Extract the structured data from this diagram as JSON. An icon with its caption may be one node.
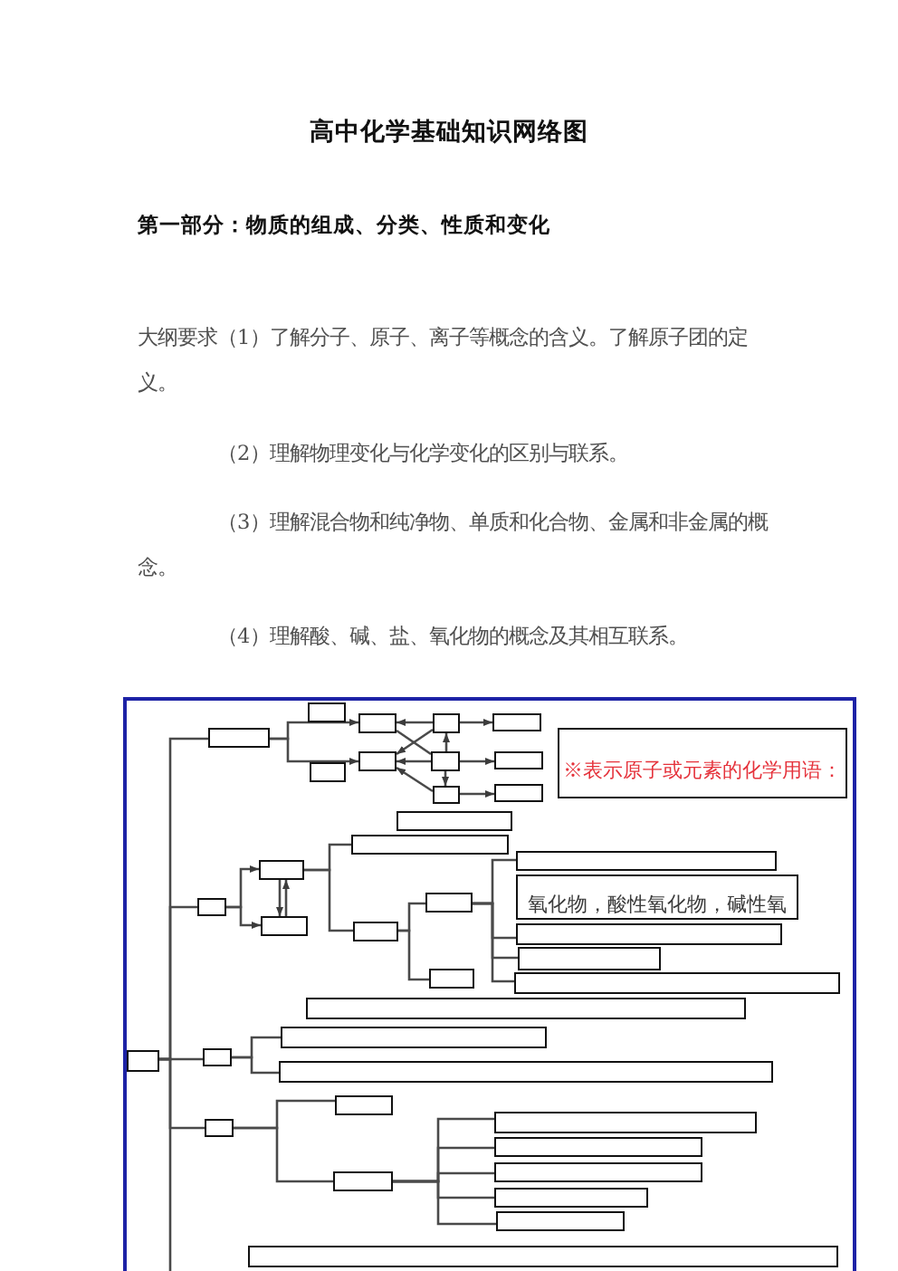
{
  "diagram": {
    "title": "高中化学基础知识网络图",
    "nodes": [
      {
        "text": [],
        "shape": "box"
      },
      {
        "text": [],
        "shape": "box"
      },
      {
        "text": [],
        "shape": "box"
      },
      {
        "text": [],
        "shape": "box"
      },
      {
        "text": [],
        "shape": "box"
      },
      {
        "text": [
          "※表示原子或元素的化学用语："
        ]
      },
      {
        "text": [],
        "shape": "box"
      },
      {
        "text": [],
        "shape": "box"
      },
      {
        "text": [],
        "shape": "box"
      },
      {
        "text": [],
        "shape": "box"
      },
      {
        "text": [],
        "shape": "box"
      },
      {
        "text": [],
        "shape": "box"
      },
      {
        "text": [],
        "shape": "box"
      },
      {
        "text": [],
        "shape": "box"
      },
      {
        "text": [],
        "shape": "box"
      },
      {
        "text": [],
        "shape": "box"
      },
      {
        "text": [
          "氧化物，酸性氧化物，碱性氧"
        ]
      },
      {
        "text": [],
        "shape": "box"
      },
      {
        "text": [],
        "shape": "box"
      },
      {
        "text": [],
        "shape": "box"
      },
      {
        "text": [],
        "shape": "box"
      },
      {
        "text": [],
        "shape": "box"
      },
      {
        "text": [],
        "shape": "box"
      },
      {
        "text": [],
        "shape": "box"
      },
      {
        "text": [],
        "shape": "box"
      },
      {
        "text": [],
        "shape": "box"
      },
      {
        "text": [],
        "shape": "box"
      },
      {
        "text": [],
        "shape": "box"
      },
      {
        "text": [],
        "shape": "box"
      },
      {
        "text": [],
        "shape": "box"
      },
      {
        "text": [],
        "shape": "box"
      },
      {
        "text": [],
        "shape": "box"
      },
      {
        "text": [],
        "shape": "box"
      },
      {
        "text": [],
        "shape": "box"
      },
      {
        "text": [],
        "shape": "box"
      },
      {
        "text": [],
        "shape": "box"
      },
      {
        "text": [],
        "shape": "box"
      },
      {
        "text": [],
        "shape": "box"
      },
      {
        "text": [],
        "shape": "box"
      }
    ],
    "edges": [
      {
        "from": 28,
        "to": 4,
        "arrow": "none"
      },
      {
        "from": 28,
        "to": 18,
        "arrow": "none"
      },
      {
        "from": 28,
        "to": 27,
        "arrow": "none"
      },
      {
        "from": 28,
        "to": 32,
        "arrow": "none"
      },
      {
        "from": 28,
        "to": null,
        "arrow": "none"
      },
      {
        "from": 4,
        "to": 1,
        "arrow": "to"
      },
      {
        "from": 4,
        "to": 6,
        "arrow": "to"
      },
      {
        "from": 2,
        "to": 1,
        "arrow": "to"
      },
      {
        "from": 7,
        "to": 6,
        "arrow": "to"
      },
      {
        "from": 2,
        "to": 6,
        "arrow": "to"
      },
      {
        "from": 1,
        "to": 7,
        "arrow": "none"
      },
      {
        "from": 10,
        "to": 6,
        "arrow": "to"
      },
      {
        "from": 7,
        "to": 2,
        "arrow": "to"
      },
      {
        "from": 7,
        "to": 10,
        "arrow": "to"
      },
      {
        "from": 2,
        "to": 3,
        "arrow": "to"
      },
      {
        "from": 7,
        "to": 8,
        "arrow": "to"
      },
      {
        "from": 10,
        "to": 11,
        "arrow": "to"
      },
      {
        "from": 18,
        "to": 15,
        "arrow": "to"
      },
      {
        "from": 18,
        "to": 19,
        "arrow": "to"
      },
      {
        "from": 15,
        "to": 19,
        "arrow": "to"
      },
      {
        "from": 19,
        "to": 15,
        "arrow": "to"
      },
      {
        "from": 15,
        "to": 13,
        "arrow": "none"
      },
      {
        "from": 15,
        "to": 20,
        "arrow": "none"
      },
      {
        "from": 20,
        "to": 17,
        "arrow": "none"
      },
      {
        "from": 20,
        "to": 23,
        "arrow": "none"
      },
      {
        "from": 17,
        "to": 14,
        "arrow": "none"
      },
      {
        "from": 17,
        "to": 21,
        "arrow": "none"
      },
      {
        "from": 17,
        "to": 22,
        "arrow": "none"
      },
      {
        "from": 17,
        "to": 24,
        "arrow": "none"
      },
      {
        "from": 27,
        "to": 26,
        "arrow": "none"
      },
      {
        "from": 27,
        "to": 29,
        "arrow": "none"
      },
      {
        "from": 32,
        "to": 30,
        "arrow": "none"
      },
      {
        "from": 32,
        "to": 35,
        "arrow": "none"
      },
      {
        "from": 35,
        "to": 31,
        "arrow": "none"
      },
      {
        "from": 35,
        "to": 33,
        "arrow": "none"
      },
      {
        "from": 35,
        "to": 34,
        "arrow": "none"
      },
      {
        "from": 35,
        "to": 36,
        "arrow": "none"
      },
      {
        "from": 35,
        "to": 37,
        "arrow": "none"
      }
    ],
    "labels": [
      "第一部分：物质的组成、分类、性质和变化",
      "大纲要求（1）了解分子、原子、离子等概念的含义。了解原子团的定义。",
      "（2）理解物理变化与化学变化的区别与联系。",
      "（3）理解混合物和纯净物、单质和化合物、金属和非金属的概念。",
      "（4）理解酸、碱、盐、氧化物的概念及其相互联系。"
    ]
  }
}
